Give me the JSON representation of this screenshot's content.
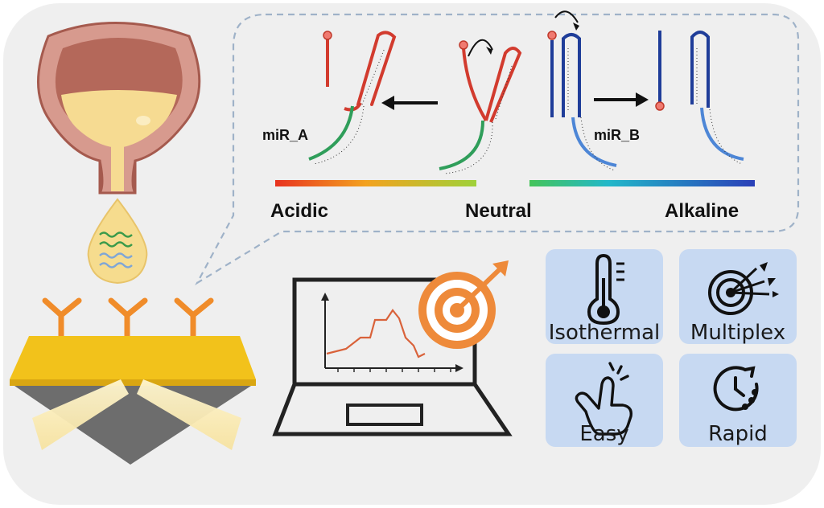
{
  "labels": {
    "mir_a": "miR_A",
    "mir_b": "miR_B",
    "acidic": "Acidic",
    "neutral": "Neutral",
    "alkaline": "Alkaline"
  },
  "features": [
    {
      "label": "Isothermal",
      "icon": "thermometer-icon"
    },
    {
      "label": "Multiplex",
      "icon": "target-arrows-icon"
    },
    {
      "label": "Easy",
      "icon": "tap-hand-icon"
    },
    {
      "label": "Rapid",
      "icon": "stopwatch-icon"
    }
  ],
  "colors": {
    "background_panel": "#efefef",
    "feature_box": "#c7d9f2",
    "acid_strand": "#d23b2e",
    "alkaline_strand": "#1f3d99",
    "green_strand": "#2f9e5a",
    "light_blue_strand": "#4d86d6",
    "gold_chip": "#f2c21b",
    "antibody": "#f08c2a",
    "accent_orange": "#ee8a3a"
  }
}
